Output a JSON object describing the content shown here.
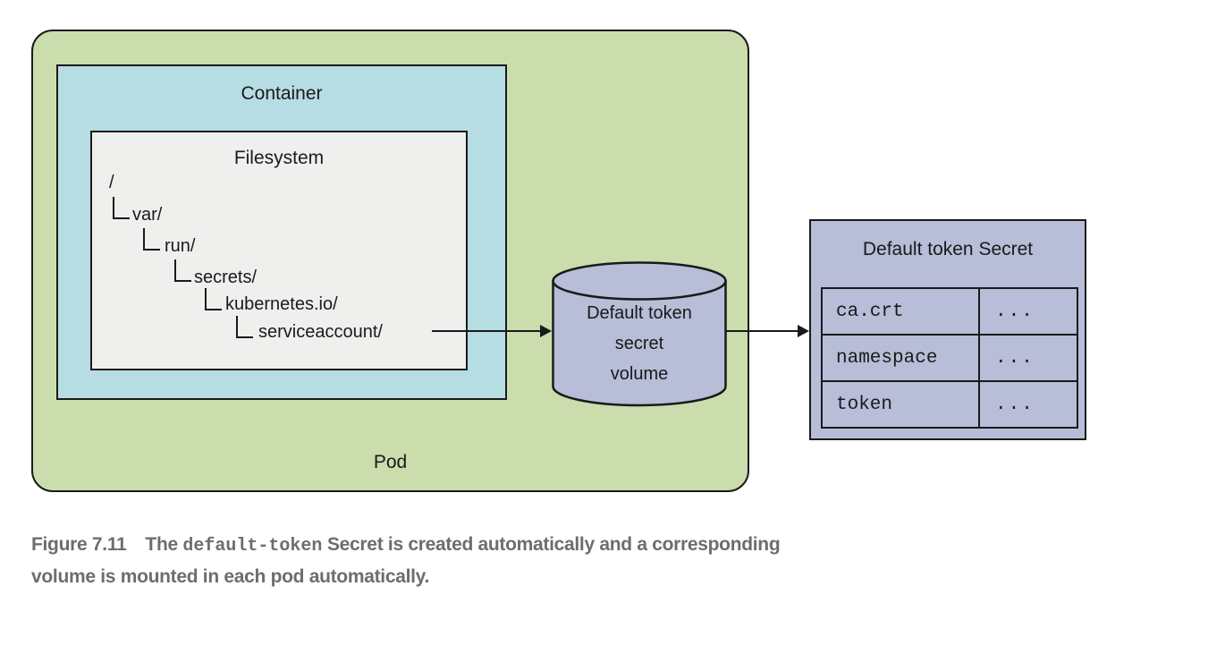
{
  "diagram": {
    "pod_label": "Pod",
    "container_label": "Container",
    "filesystem": {
      "title": "Filesystem",
      "tree": [
        "/",
        "var/",
        "run/",
        "secrets/",
        "kubernetes.io/",
        "serviceaccount/"
      ]
    },
    "volume": {
      "label": "Default token\nsecret\nvolume"
    },
    "secret": {
      "title": "Default token Secret",
      "rows": [
        {
          "key": "ca.crt",
          "value": "..."
        },
        {
          "key": "namespace",
          "value": "..."
        },
        {
          "key": "token",
          "value": "..."
        }
      ]
    }
  },
  "caption": {
    "figure_label": "Figure 7.11",
    "line1_before_code": "The ",
    "code": "default-token",
    "line1_after_code": " Secret is created automatically and a corresponding",
    "line2": "volume is mounted in each pod automatically."
  },
  "colors": {
    "pod_green": "#cbdcad",
    "container_blue": "#b6dce4",
    "filesystem_gray": "#efefed",
    "volume_purple": "#b8bdd8",
    "border": "#1a1a1a",
    "caption_gray": "#6d6d6d"
  }
}
